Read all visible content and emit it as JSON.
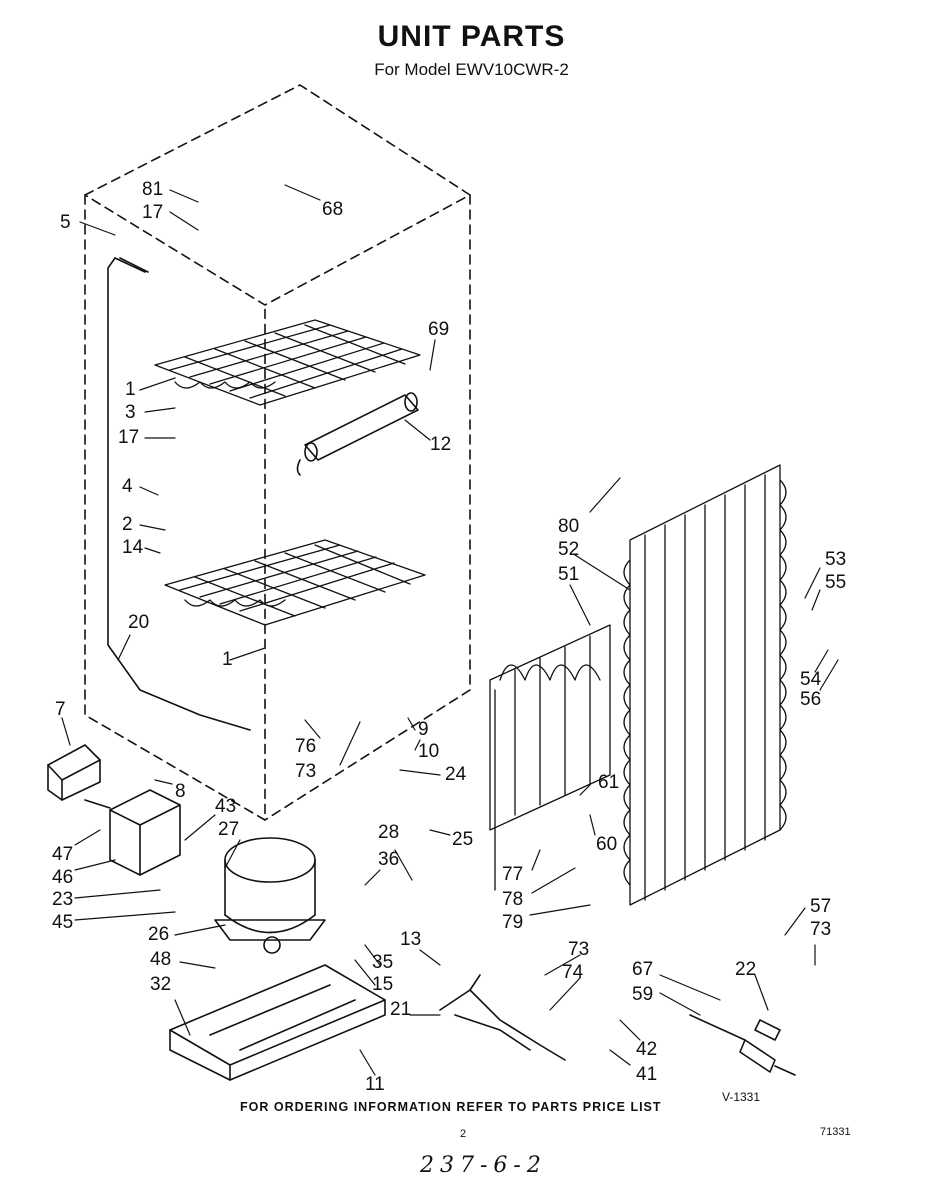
{
  "header": {
    "title": "UNIT PARTS",
    "subtitle": "For Model EWV10CWR-2"
  },
  "footer": {
    "ordering_note": "FOR ORDERING INFORMATION REFER TO PARTS PRICE LIST",
    "figure_code": "V-1331",
    "page_number": "2",
    "document_number": "71331",
    "handwritten_note": "237-6-2"
  },
  "callouts": [
    "81",
    "17",
    "68",
    "5",
    "69",
    "1",
    "3",
    "17",
    "12",
    "4",
    "2",
    "14",
    "20",
    "1",
    "7",
    "8",
    "9",
    "76",
    "10",
    "73",
    "24",
    "47",
    "43",
    "27",
    "46",
    "23",
    "45",
    "26",
    "48",
    "32",
    "28",
    "36",
    "25",
    "13",
    "35",
    "15",
    "21",
    "11",
    "80",
    "52",
    "51",
    "53",
    "55",
    "54",
    "56",
    "61",
    "60",
    "77",
    "78",
    "79",
    "73",
    "74",
    "67",
    "59",
    "57",
    "73",
    "22",
    "42",
    "41"
  ]
}
